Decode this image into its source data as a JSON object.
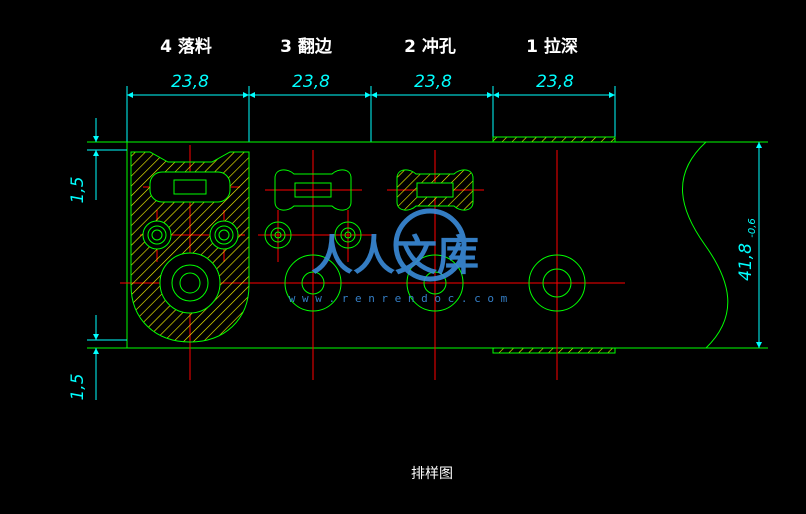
{
  "stations": [
    {
      "label": "4 落料",
      "dimension": "23,8"
    },
    {
      "label": "3 翻边",
      "dimension": "23,8"
    },
    {
      "label": "2 冲孔",
      "dimension": "23,8"
    },
    {
      "label": "1 拉深",
      "dimension": "23,8"
    }
  ],
  "vertical_dims": {
    "edge_top": "1,5",
    "edge_bottom": "1,5",
    "strip_width": "41,8",
    "strip_tolerance": "-0,6"
  },
  "caption": "排样图",
  "watermark": {
    "text": "人人文库",
    "url": "w w w . r e n r e n d o c . c o m"
  },
  "colors": {
    "background": "#000000",
    "outline": "#00ff00",
    "dimension": "#00ffff",
    "centerline": "#ff0000",
    "hatch": "#ffff00",
    "labels": "#ffffff"
  }
}
